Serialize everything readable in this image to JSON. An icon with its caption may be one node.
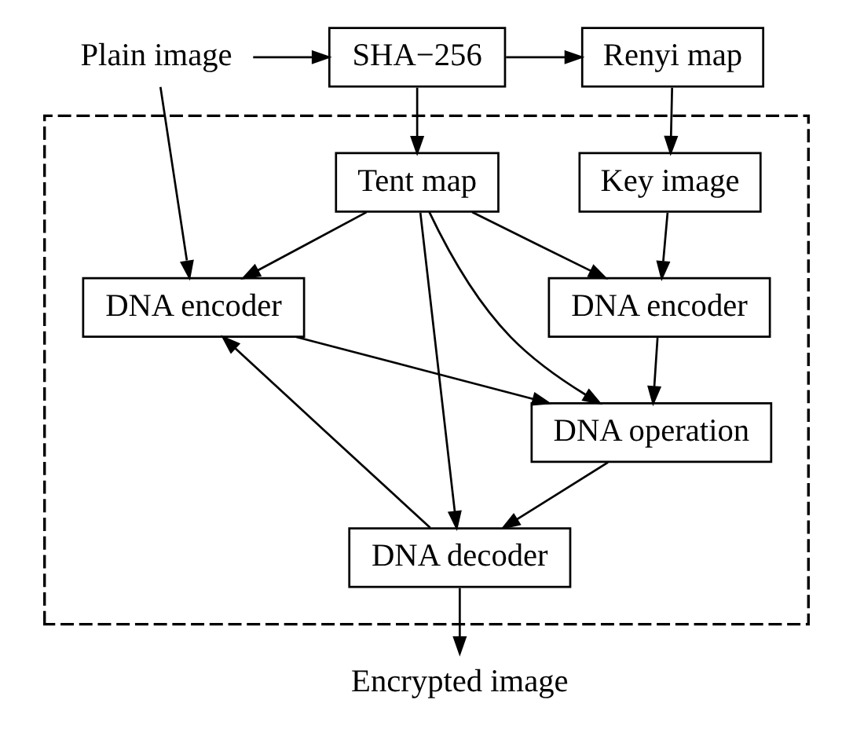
{
  "diagram": {
    "nodes": [
      {
        "text": [
          "Plain image"
        ]
      },
      {
        "text": [
          "SHA−256"
        ]
      },
      {
        "text": [
          "Renyi map"
        ]
      },
      {
        "text": [],
        "shape": "box"
      },
      {
        "text": [
          "Tent map"
        ],
        "in": 3
      },
      {
        "text": [
          "Key image"
        ],
        "in": 3
      },
      {
        "text": [
          "DNA encoder"
        ],
        "in": 3
      },
      {
        "text": [
          "DNA encoder"
        ],
        "in": 3
      },
      {
        "text": [
          "DNA operation"
        ],
        "in": 3
      },
      {
        "text": [
          "DNA decoder"
        ],
        "in": 3
      },
      {
        "text": [
          "Encrypted image"
        ]
      }
    ],
    "edges": [
      {
        "from": 0,
        "to": 1,
        "arrow": "to"
      },
      {
        "from": 0,
        "to": 6,
        "arrow": "to"
      },
      {
        "from": 1,
        "to": 2,
        "arrow": "to"
      },
      {
        "from": 1,
        "to": 4,
        "arrow": "to"
      },
      {
        "from": 2,
        "to": 5,
        "arrow": "to"
      },
      {
        "from": 4,
        "to": 6,
        "arrow": "to"
      },
      {
        "from": 4,
        "to": 7,
        "arrow": "to"
      },
      {
        "from": 4,
        "to": 8,
        "arrow": "to"
      },
      {
        "from": 4,
        "to": 9,
        "arrow": "to"
      },
      {
        "from": 5,
        "to": 7,
        "arrow": "to"
      },
      {
        "from": 6,
        "to": 8,
        "arrow": "to"
      },
      {
        "from": 7,
        "to": 8,
        "arrow": "to"
      },
      {
        "from": 8,
        "to": 9,
        "arrow": "to"
      },
      {
        "from": 9,
        "to": 6,
        "arrow": "to"
      },
      {
        "from": 9,
        "to": 10,
        "arrow": "to"
      }
    ]
  }
}
